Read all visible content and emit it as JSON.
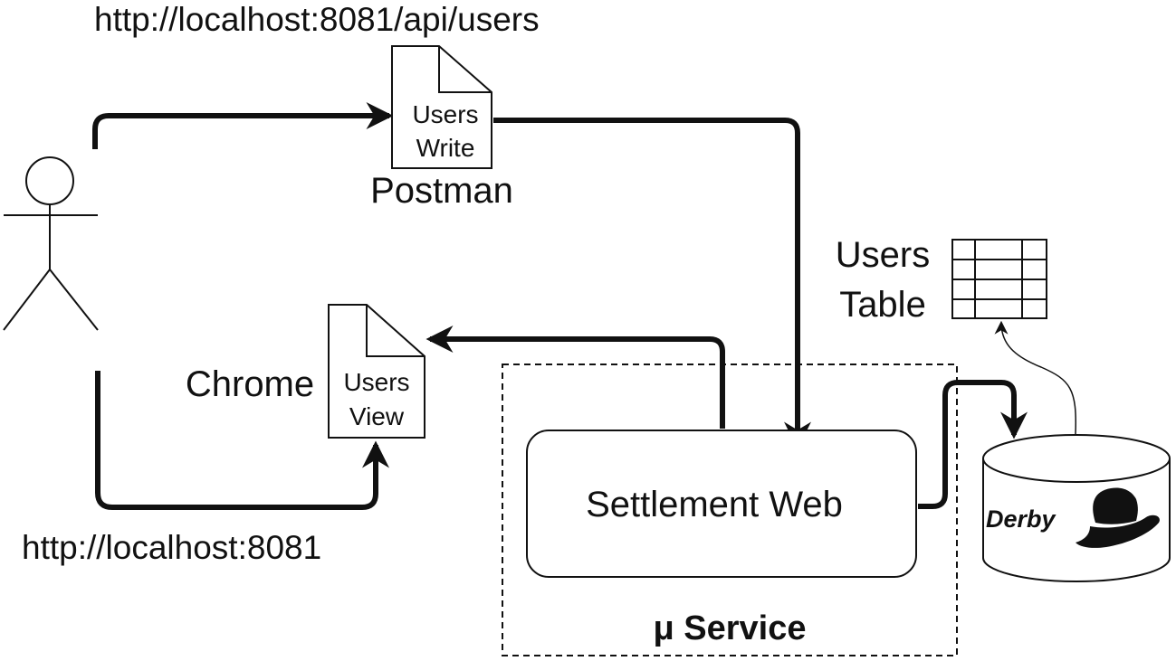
{
  "labels": {
    "url_api": "http://localhost:8081/api/users",
    "url_root": "http://localhost:8081",
    "postman": "Postman",
    "chrome": "Chrome",
    "write_doc_line1": "Users",
    "write_doc_line2": "Write",
    "view_doc_line1": "Users",
    "view_doc_line2": "View",
    "table_line1": "Users",
    "table_line2": "Table",
    "settlement_web": "Settlement Web",
    "micro_service": "μ Service",
    "derby": "Derby"
  },
  "icons": {
    "actor": "stick-figure-user-icon",
    "write_doc": "document-icon",
    "view_doc": "document-icon",
    "table": "table-grid-icon",
    "database": "database-cylinder-icon",
    "derby_logo": "derby-hat-logo-icon"
  },
  "colors": {
    "stroke": "#111111",
    "background": "#ffffff"
  }
}
